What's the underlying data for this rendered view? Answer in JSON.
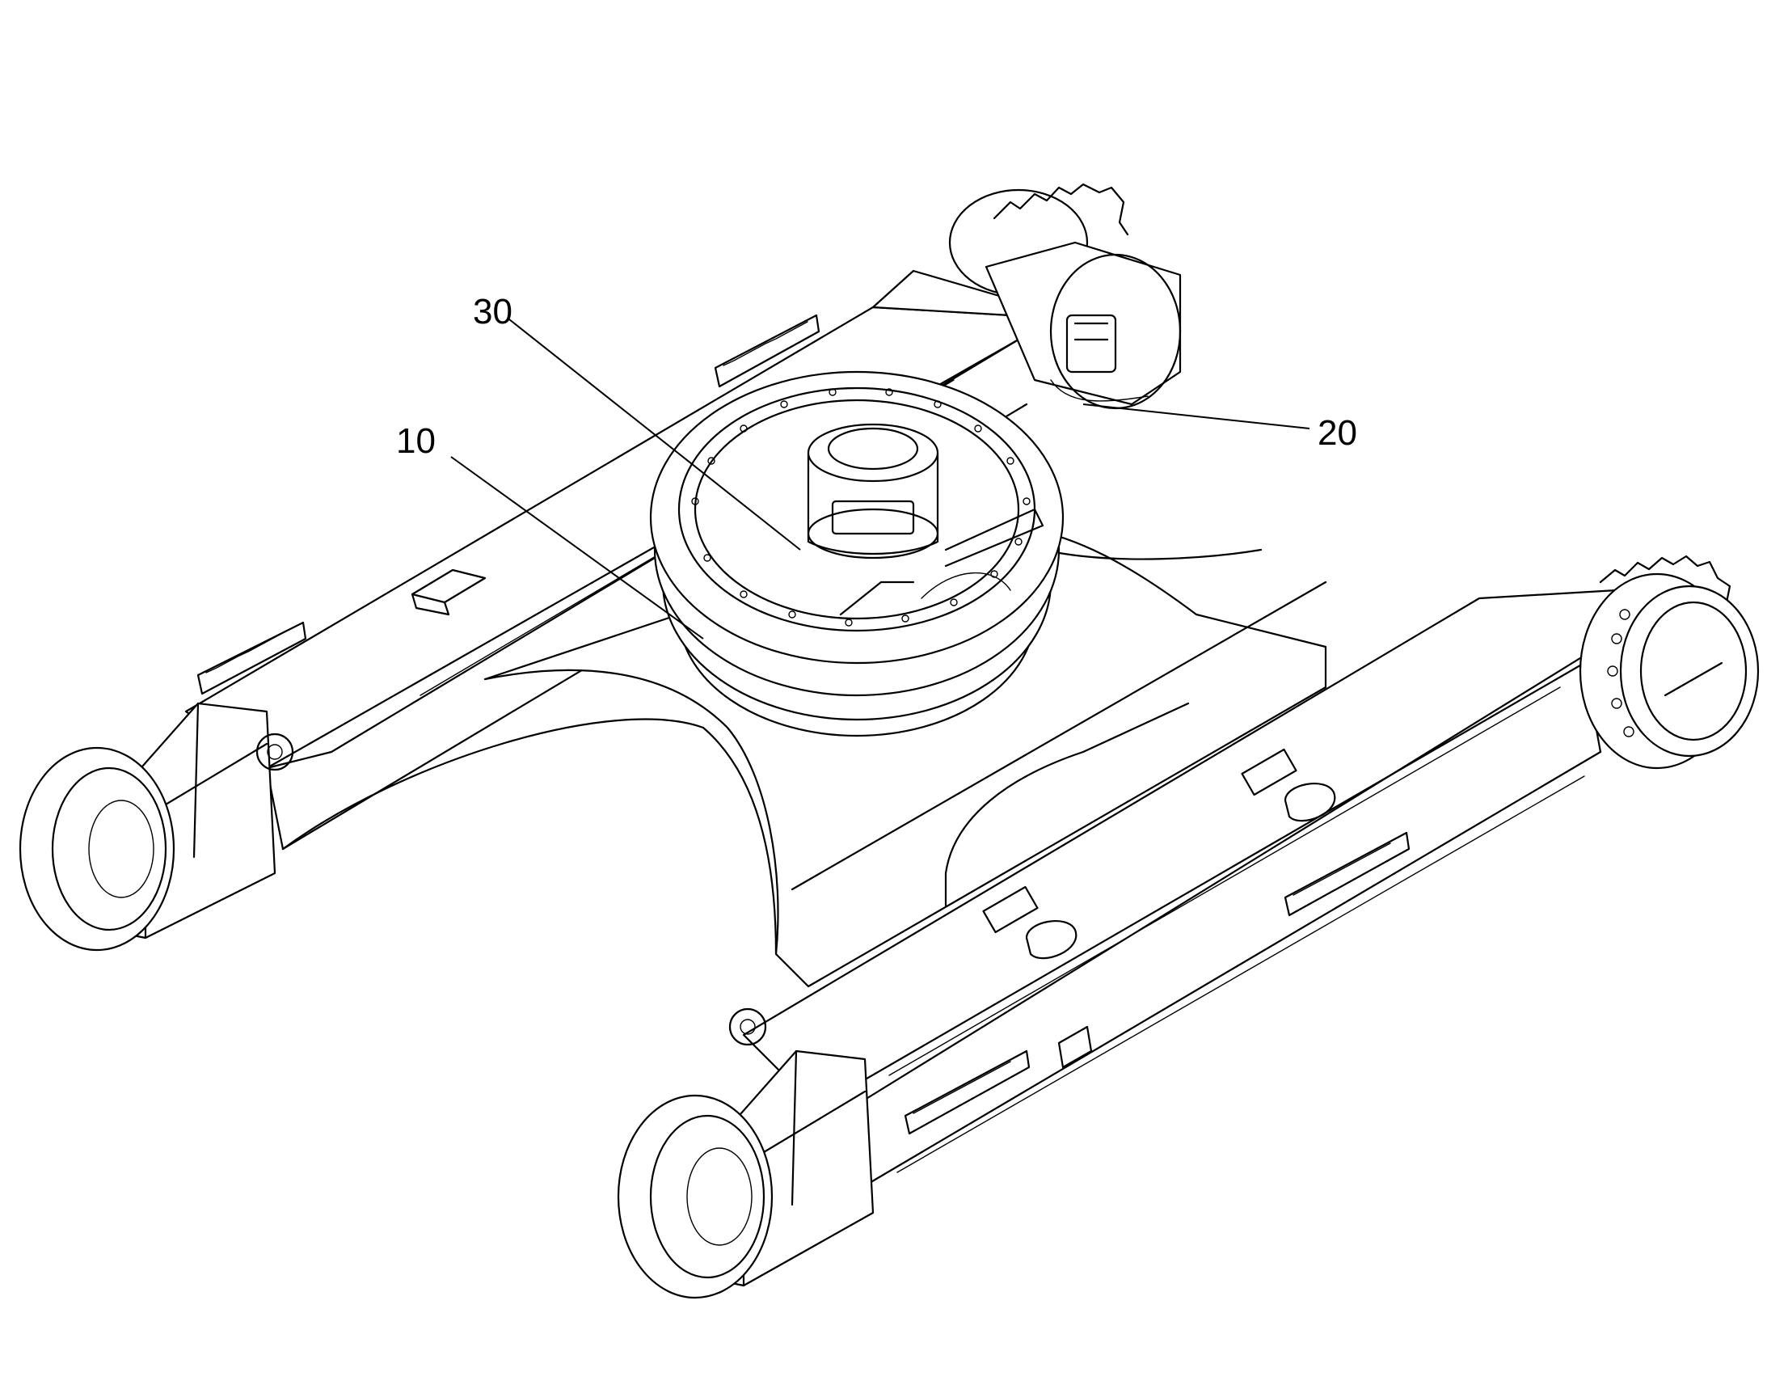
{
  "diagram": {
    "type": "exploded-parts-drawing",
    "callouts": [
      {
        "id": "c10",
        "label": "10"
      },
      {
        "id": "c20",
        "label": "20"
      },
      {
        "id": "c30",
        "label": "30"
      }
    ]
  },
  "colors": {
    "ink": "#000000",
    "paper": "#ffffff"
  }
}
